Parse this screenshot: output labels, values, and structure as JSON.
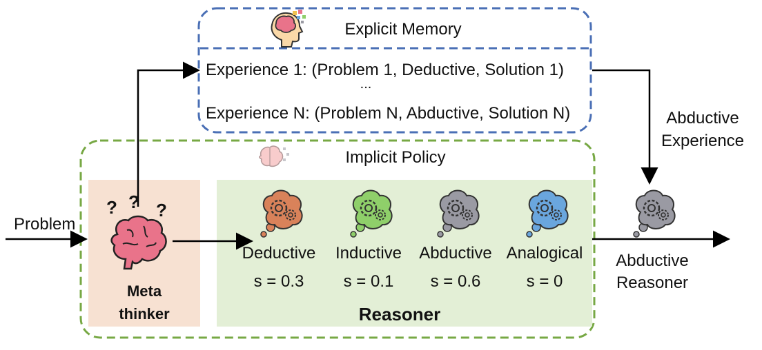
{
  "explicit_memory": {
    "title": "Explicit Memory",
    "experiences": [
      "Experience 1: (Problem 1, Deductive, Solution 1)",
      "...",
      "Experience N: (Problem N, Abductive, Solution N)"
    ]
  },
  "implicit_policy": {
    "title": "Implicit Policy"
  },
  "input_label": "Problem",
  "meta_thinker": {
    "line1": "Meta",
    "line2": "thinker"
  },
  "reasoner": {
    "label": "Reasoner",
    "types": [
      {
        "name": "Deductive",
        "score": "s = 0.3",
        "color": "#d9825a"
      },
      {
        "name": "Inductive",
        "score": "s = 0.1",
        "color": "#8fcf6a"
      },
      {
        "name": "Abductive",
        "score": "s = 0.6",
        "color": "#9a9aa3"
      },
      {
        "name": "Analogical",
        "score": "s = 0",
        "color": "#6aa6de"
      }
    ]
  },
  "abductive_experience": {
    "line1": "Abductive",
    "line2": "Experience"
  },
  "output": {
    "line1": "Abductive",
    "line2": "Reasoner",
    "color": "#9a9aa3"
  },
  "colors": {
    "memory_border": "#4a6fb5",
    "policy_border": "#77a844",
    "meta_bg": "#f7e1d2",
    "reasoner_bg": "#e3efd6",
    "brain": "#e9738a"
  }
}
